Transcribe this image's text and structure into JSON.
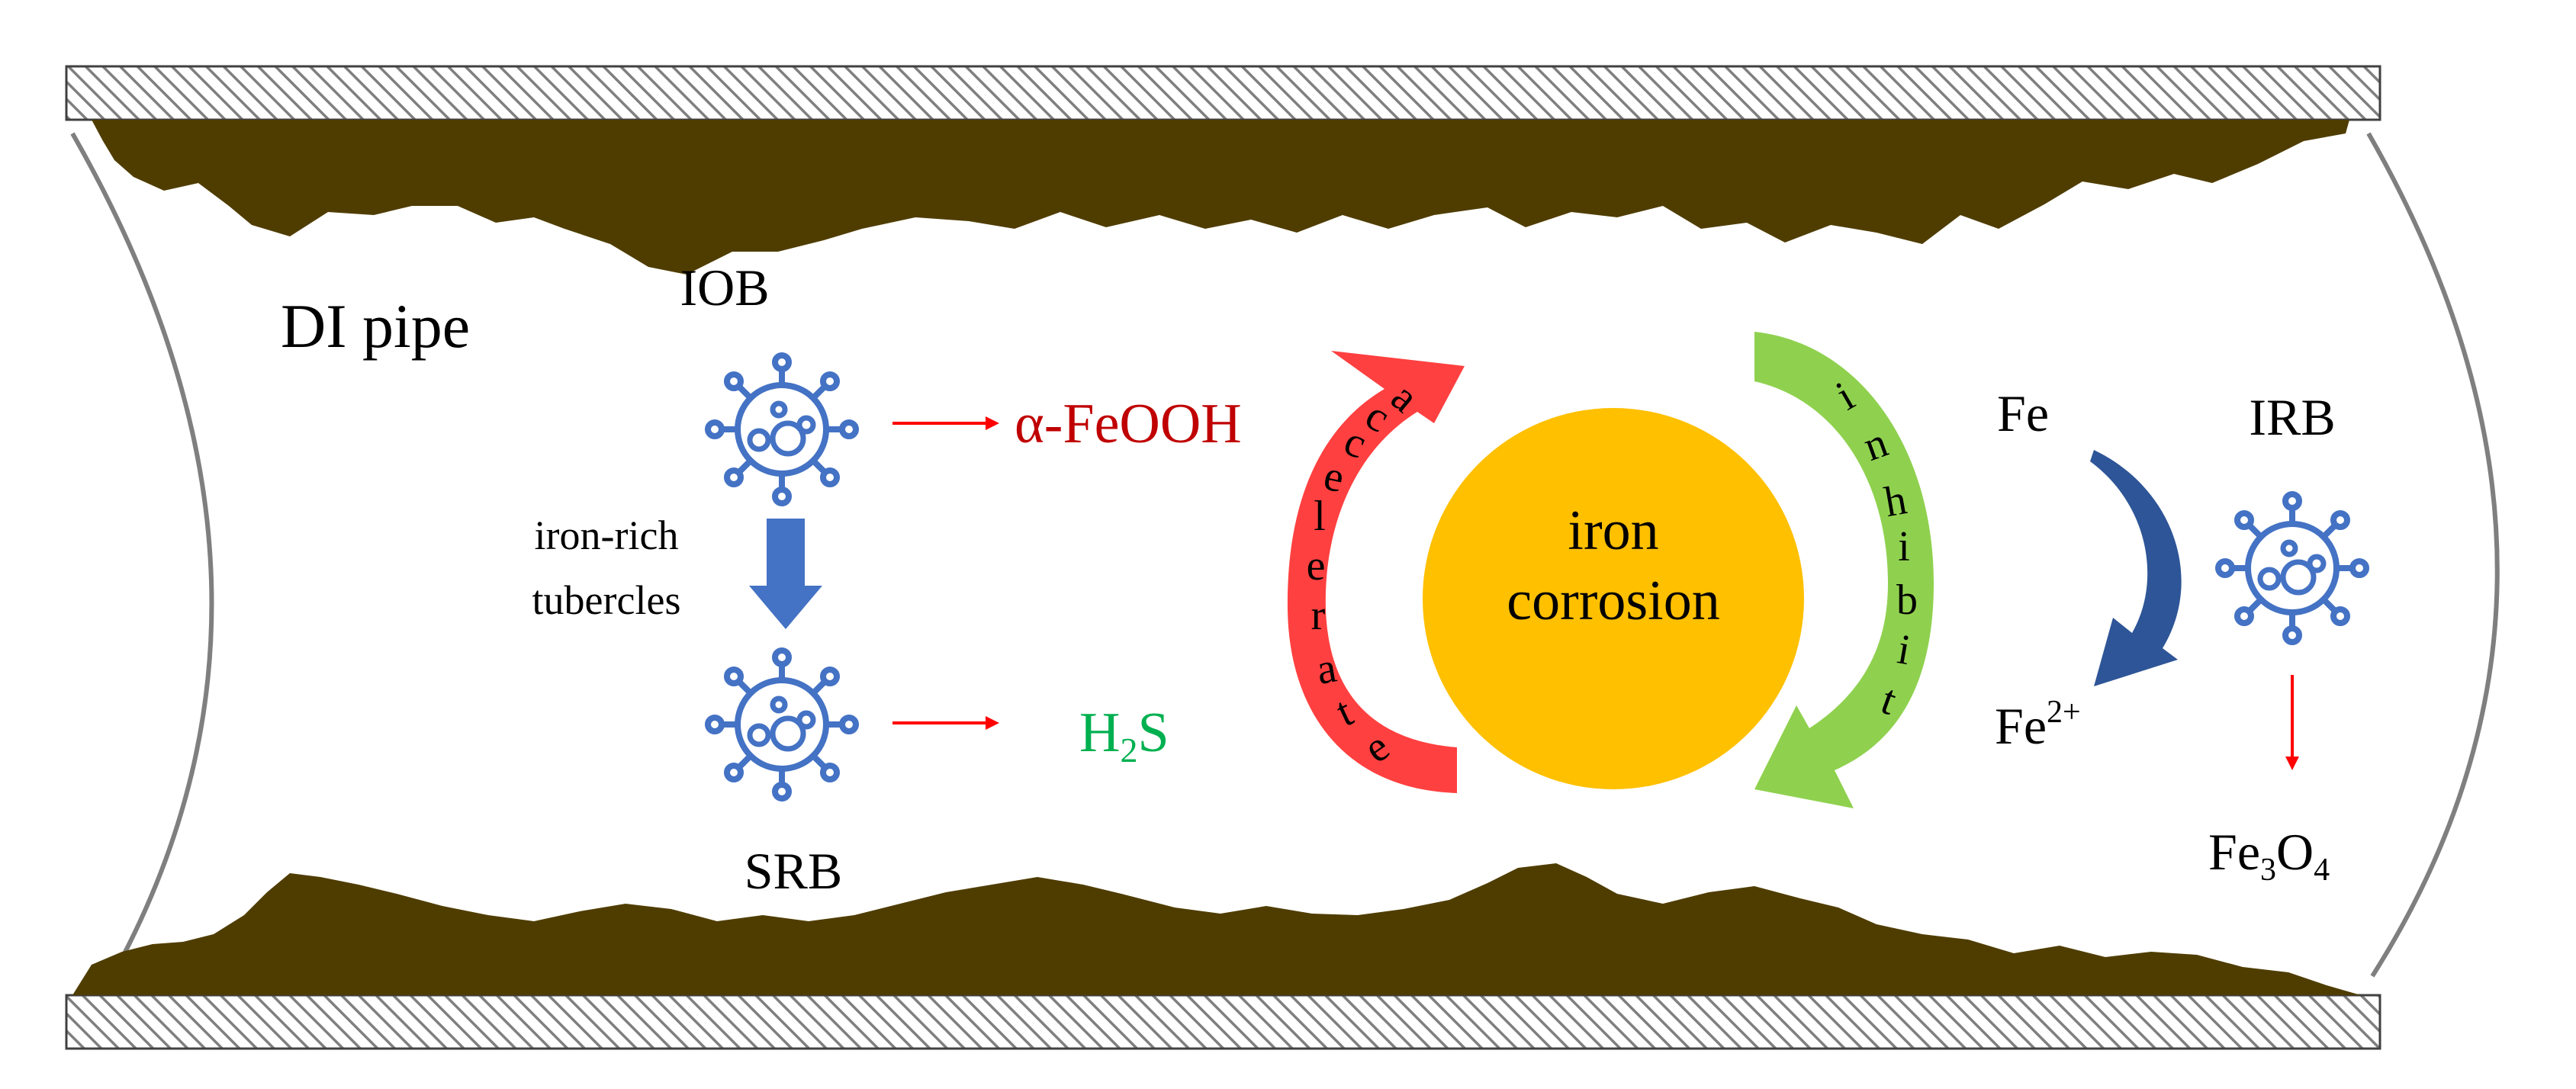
{
  "labels": {
    "pipe": "DI pipe",
    "iob": "IOB",
    "srb": "SRB",
    "irb": "IRB",
    "tubercles_line1": "iron-rich",
    "tubercles_line2": "tubercles",
    "product_iob": "α-FeOOH",
    "product_srb_h": "H",
    "product_srb_sub": "2",
    "product_srb_s": "S",
    "center_line1": "iron",
    "center_line2": "corrosion",
    "fe": "Fe",
    "fe2_base": "Fe",
    "fe2_sup": "2+",
    "fe3o4_fe": "Fe",
    "fe3o4_sub3": "3",
    "fe3o4_o": "O",
    "fe3o4_sub4": "4"
  },
  "accelerate_letters": [
    "a",
    "c",
    "c",
    "e",
    "l",
    "e",
    "r",
    "a",
    "t",
    "e"
  ],
  "inhibit_letters": [
    "i",
    "n",
    "h",
    "i",
    "b",
    "i",
    "t"
  ],
  "colors": {
    "deposit": "#4f3d00",
    "bacteria": "#4472c4",
    "red_arrow": "#ff0000",
    "accelerate_arrow": "#ff3333",
    "inhibit_arrow": "#8fd14f",
    "center_circle": "#ffc000",
    "blue_arrow": "#4472c4",
    "feooh_text": "#c00000",
    "h2s_text": "#00b050"
  },
  "icons": [
    "bacteria-icon",
    "down-arrow-icon",
    "curved-arrow-icon"
  ]
}
